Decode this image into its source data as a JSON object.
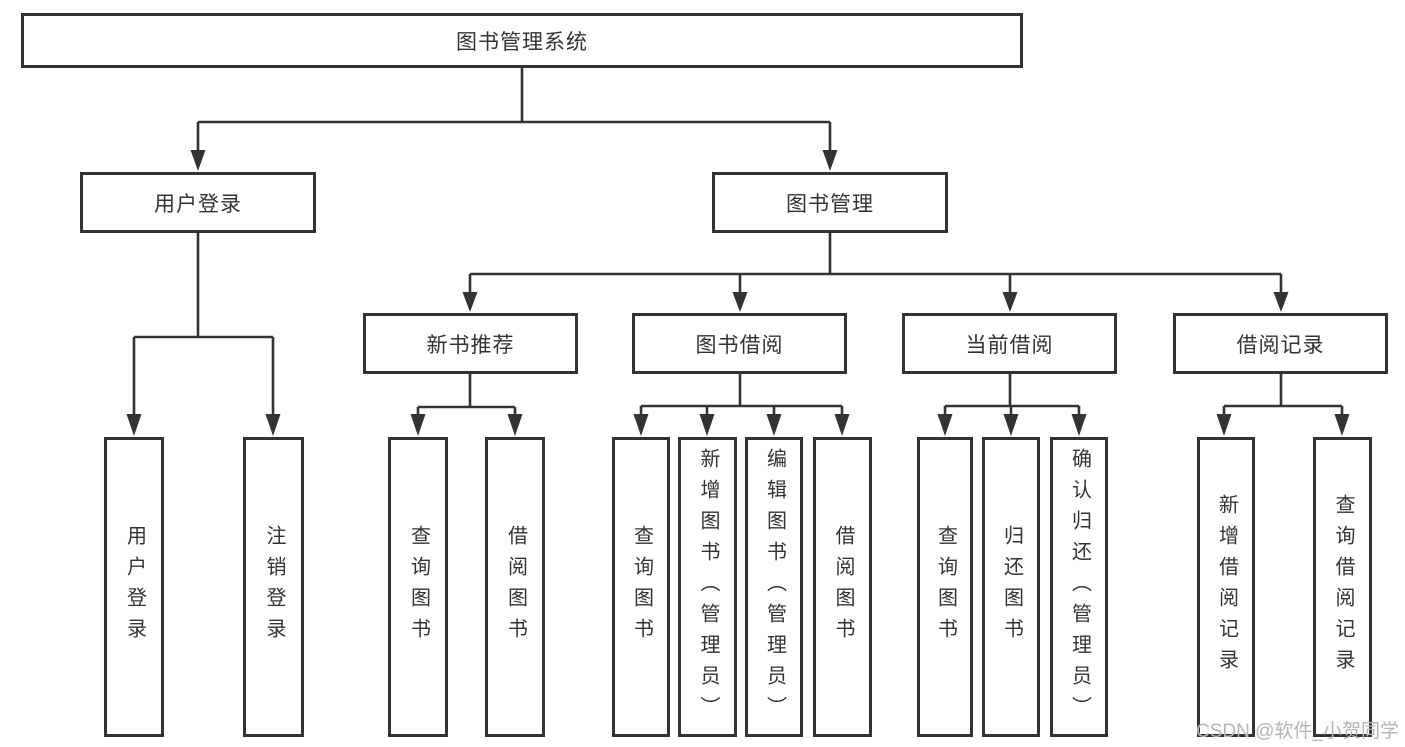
{
  "tree": {
    "label": "图书管理系统",
    "children": [
      {
        "label": "用户登录",
        "children": [
          {
            "label": "用户登录"
          },
          {
            "label": "注销登录"
          }
        ]
      },
      {
        "label": "图书管理",
        "children": [
          {
            "label": "新书推荐",
            "children": [
              {
                "label": "查询图书"
              },
              {
                "label": "借阅图书"
              }
            ]
          },
          {
            "label": "图书借阅",
            "children": [
              {
                "label": "查询图书"
              },
              {
                "label": "新增图书（管理员）"
              },
              {
                "label": "编辑图书（管理员）"
              },
              {
                "label": "借阅图书"
              }
            ]
          },
          {
            "label": "当前借阅",
            "children": [
              {
                "label": "查询图书"
              },
              {
                "label": "归还图书"
              },
              {
                "label": "确认归还（管理员）"
              }
            ]
          },
          {
            "label": "借阅记录",
            "children": [
              {
                "label": "新增借阅记录"
              },
              {
                "label": "查询借阅记录"
              }
            ]
          }
        ]
      }
    ]
  },
  "watermark": {
    "text": "CSDN @软件_小贺同学"
  },
  "colors": {
    "line": "#333333",
    "text": "#333333",
    "watermark": "#b5b5b5",
    "bg": "#ffffff"
  }
}
